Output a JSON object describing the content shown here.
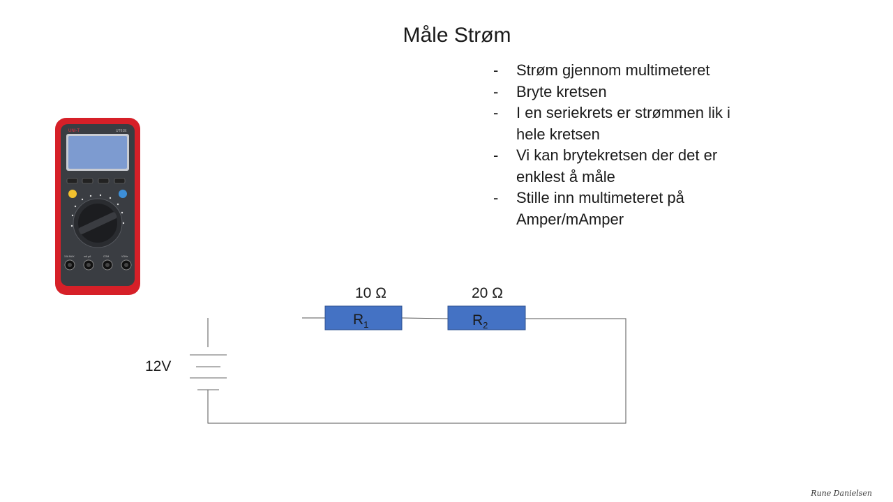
{
  "slide": {
    "title": "Måle Strøm",
    "bullets": [
      "Strøm gjennom multimeteret",
      "Bryte kretsen",
      "I en seriekrets er strømmen lik i hele kretsen",
      "Vi kan brytekretsen der det er enklest å måle",
      "Stille inn multimeteret på Amper/mAmper"
    ],
    "bullet_marker": "-",
    "signature": "Rune Danielsen"
  },
  "multimeter": {
    "brand": "UNI-T",
    "model": "UT61E",
    "body_color": "#d62028",
    "face_color": "#3a3d42",
    "screen_color": "#7d9bd0",
    "terminal_labels": [
      "10A MAX",
      "mA µA",
      "COM",
      "VΩHz"
    ]
  },
  "circuit": {
    "voltage_label": "12V",
    "resistors": [
      {
        "name": "R",
        "sub": "1",
        "value_label": "10 Ω"
      },
      {
        "name": "R",
        "sub": "2",
        "value_label": "20 Ω"
      }
    ],
    "resistor_color": "#4472c4",
    "wire_color": "#555555"
  }
}
